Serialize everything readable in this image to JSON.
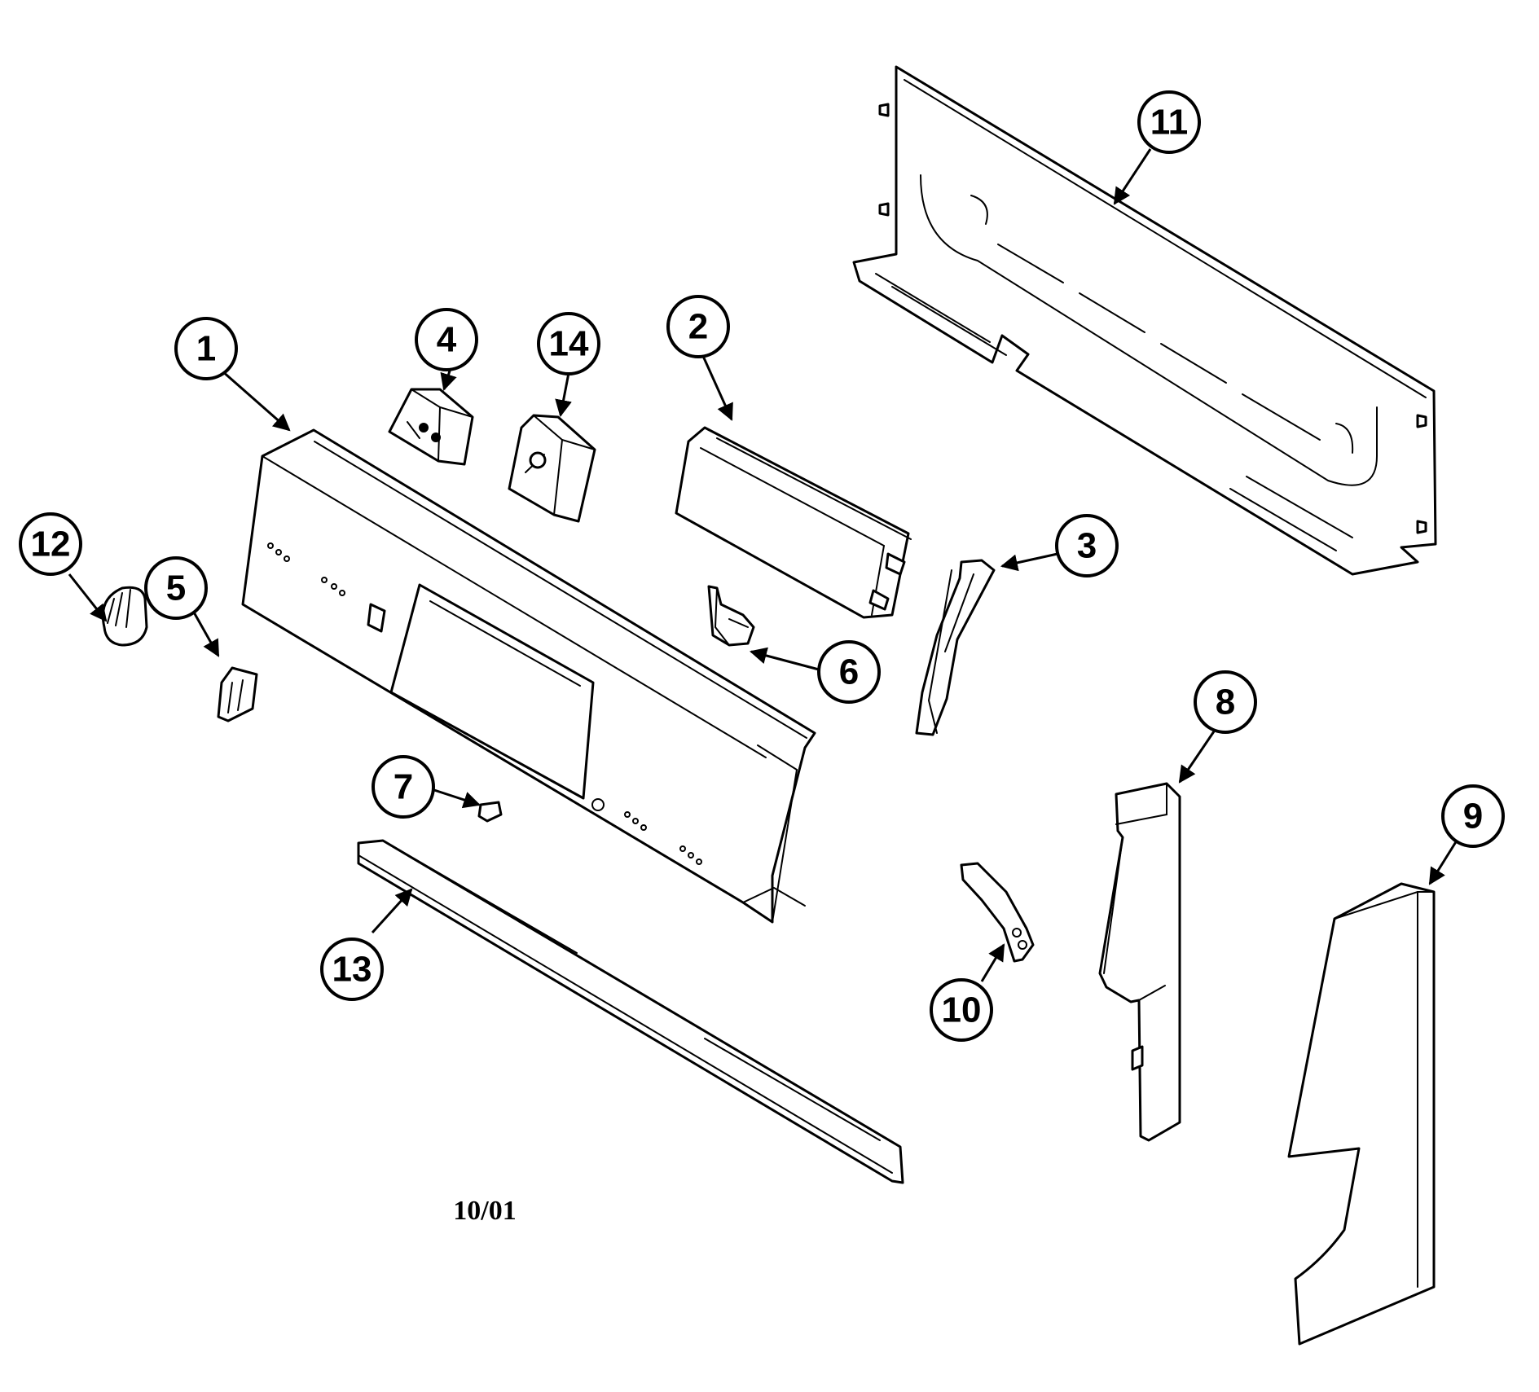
{
  "diagram": {
    "callouts": [
      {
        "id": "1",
        "label": "1"
      },
      {
        "id": "2",
        "label": "2"
      },
      {
        "id": "3",
        "label": "3"
      },
      {
        "id": "4",
        "label": "4"
      },
      {
        "id": "5",
        "label": "5"
      },
      {
        "id": "6",
        "label": "6"
      },
      {
        "id": "7",
        "label": "7"
      },
      {
        "id": "8",
        "label": "8"
      },
      {
        "id": "9",
        "label": "9"
      },
      {
        "id": "10",
        "label": "10"
      },
      {
        "id": "11",
        "label": "11"
      },
      {
        "id": "12",
        "label": "12"
      },
      {
        "id": "13",
        "label": "13"
      },
      {
        "id": "14",
        "label": "14"
      }
    ],
    "date_code": "10/01",
    "colors": {
      "line": "#000000",
      "background": "#ffffff"
    }
  }
}
